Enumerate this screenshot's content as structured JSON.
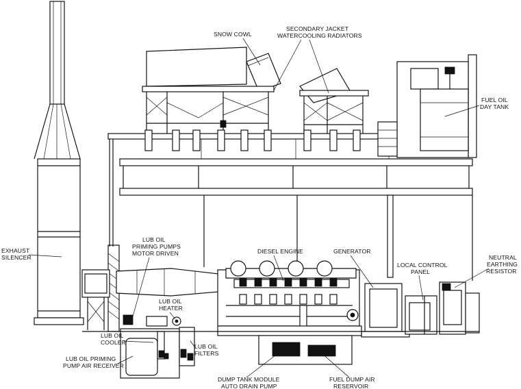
{
  "labels": {
    "snow_cowl": "SNOW COWL",
    "secondary_jacket_1": "SECONDARY JACKET",
    "secondary_jacket_2": "WATERCOOLING RADIATORS",
    "fuel_oil_1": "FUEL OIL",
    "fuel_oil_2": "DAY TANK",
    "exhaust_1": "EXHAUST",
    "exhaust_2": "SILENCER",
    "lub_priming_1": "LUB OIL",
    "lub_priming_2": "PRIMING PUMPS",
    "lub_priming_3": "MOTOR DRIVEN",
    "diesel_engine": "DIESEL ENGINE",
    "generator": "GENERATOR",
    "local_control_1": "LOCAL CONTROL",
    "local_control_2": "PANEL",
    "neutral_1": "NEUTRAL",
    "neutral_2": "EARTHING",
    "neutral_3": "RESISTOR",
    "lub_heater_1": "LUB OIL",
    "lub_heater_2": "HEATER",
    "lub_cooler_1": "LUB OIL",
    "lub_cooler_2": "COOLER",
    "lub_filters_1": "LUB OIL",
    "lub_filters_2": "FILTERS",
    "lub_receiver_1": "LUB OIL PRIMING",
    "lub_receiver_2": "PUMP AIR RECEIVER",
    "dump_tank_1": "DUMP TANK MODULE",
    "dump_tank_2": "AUTO DRAIN PUMP",
    "fuel_dump_1": "FUEL DUMP AIR",
    "fuel_dump_2": "RESERVOIR"
  }
}
